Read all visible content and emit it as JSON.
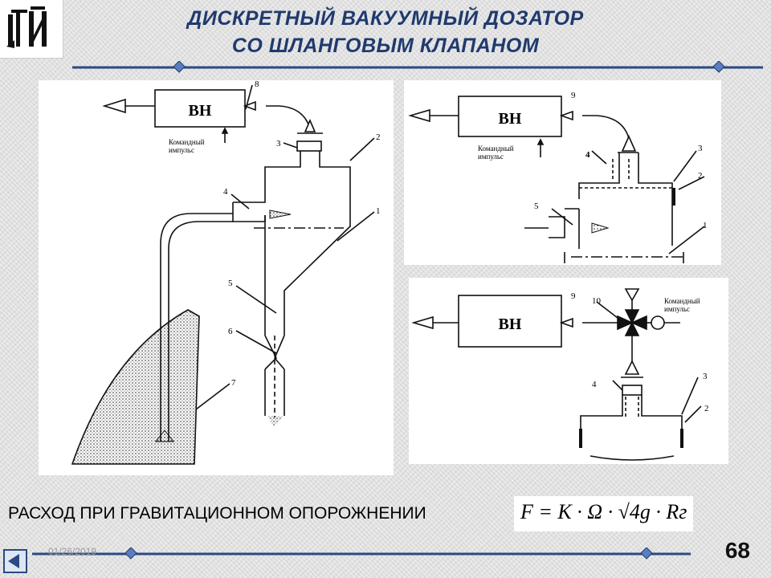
{
  "slide": {
    "title_line1": "ДИСКРЕТНЫЙ ВАКУУМНЫЙ ДОЗАТОР",
    "title_line2": "СО ШЛАНГОВЫМ КЛАПАНОМ",
    "caption": "РАСХОД ПРИ ГРАВИТАЦИОННОМ ОПОРОЖНЕНИИ",
    "formula": "F = K · Ω · √4g · Rг",
    "date": "01/26/2019",
    "page_number": "68",
    "accent_color": "#1f3a6e"
  },
  "diagram_left": {
    "box_label": "ВН",
    "impulse_line1": "Командный",
    "impulse_line2": "импульс",
    "labels": [
      "8",
      "3",
      "2",
      "4",
      "1",
      "5",
      "6",
      "7"
    ]
  },
  "diagram_top_right": {
    "box_label": "ВН",
    "impulse_line1": "Командный",
    "impulse_line2": "импульс",
    "labels": [
      "9",
      "4",
      "3",
      "2",
      "5",
      "1"
    ]
  },
  "diagram_bottom_right": {
    "box_label": "ВН",
    "impulse_line1": "Командный",
    "impulse_line2": "импульс",
    "labels": [
      "9",
      "10",
      "4",
      "3",
      "2"
    ]
  }
}
